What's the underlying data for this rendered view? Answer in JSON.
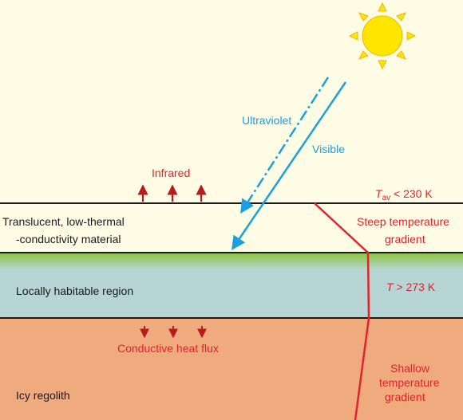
{
  "labels": {
    "ultraviolet": "Ultraviolet",
    "visible": "Visible",
    "infrared": "Infrared",
    "tav_var": "T",
    "tav_sub": "av",
    "tav_rest": " < 230 K",
    "translucent_line1": "Translucent, low-thermal",
    "translucent_line2": "-conductivity material",
    "steep_line1": "Steep temperature",
    "steep_line2": "gradient",
    "habitable": "Locally habitable region",
    "t_var": "T",
    "t_rest": " > 273 K",
    "conductive": "Conductive heat flux",
    "shallow_line1": "Shallow",
    "shallow_line2": "temperature",
    "shallow_line3": "gradient",
    "regolith": "Icy regolith"
  },
  "colors": {
    "background": "#fffce6",
    "habitable_layer": "#b7d5d4",
    "regolith_layer": "#efaa7e",
    "green_band": "#8cc63f",
    "radiation_blue": "#1aa0e0",
    "temperature_red": "#e0242a",
    "arrow_darkred": "#b81b1e",
    "sun_yellow": "#ffe600"
  },
  "icons": {
    "sun": "sun-icon",
    "infrared_arrows": "up-arrow-icon",
    "heat_flux_arrows": "down-arrow-icon"
  }
}
